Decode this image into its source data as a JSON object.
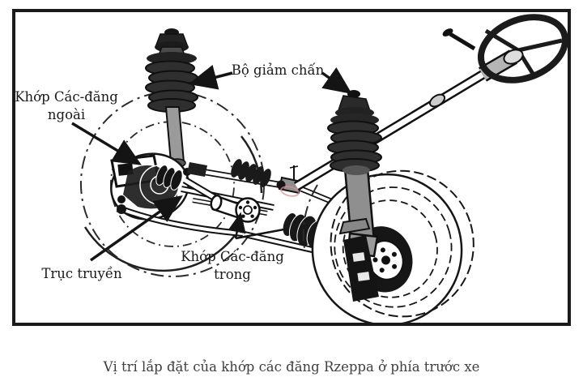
{
  "figure": {
    "type": "technical-diagram",
    "subject": "front-suspension-and-drivetrain",
    "colors": {
      "ink": "#1a1a1a",
      "frame_border": "#1a1a1a",
      "caption_text": "#3f3f3f",
      "metal_gray": "#9a9a9a",
      "highlight_red": "#dc8f8f",
      "background": "#ffffff"
    }
  },
  "labels": {
    "outer_cv": {
      "line1": "Khớp Các-đăng",
      "line2": "ngoài"
    },
    "shock": {
      "text": "Bộ giảm chấn"
    },
    "drive_shaft": {
      "text": "Trục truyền"
    },
    "inner_cv": {
      "line1": "Khớp Các-đăng",
      "line2": "trong"
    }
  },
  "caption": {
    "text": "Vị trí lắp đặt của khớp các đăng Rzeppa ở phía trước xe"
  }
}
